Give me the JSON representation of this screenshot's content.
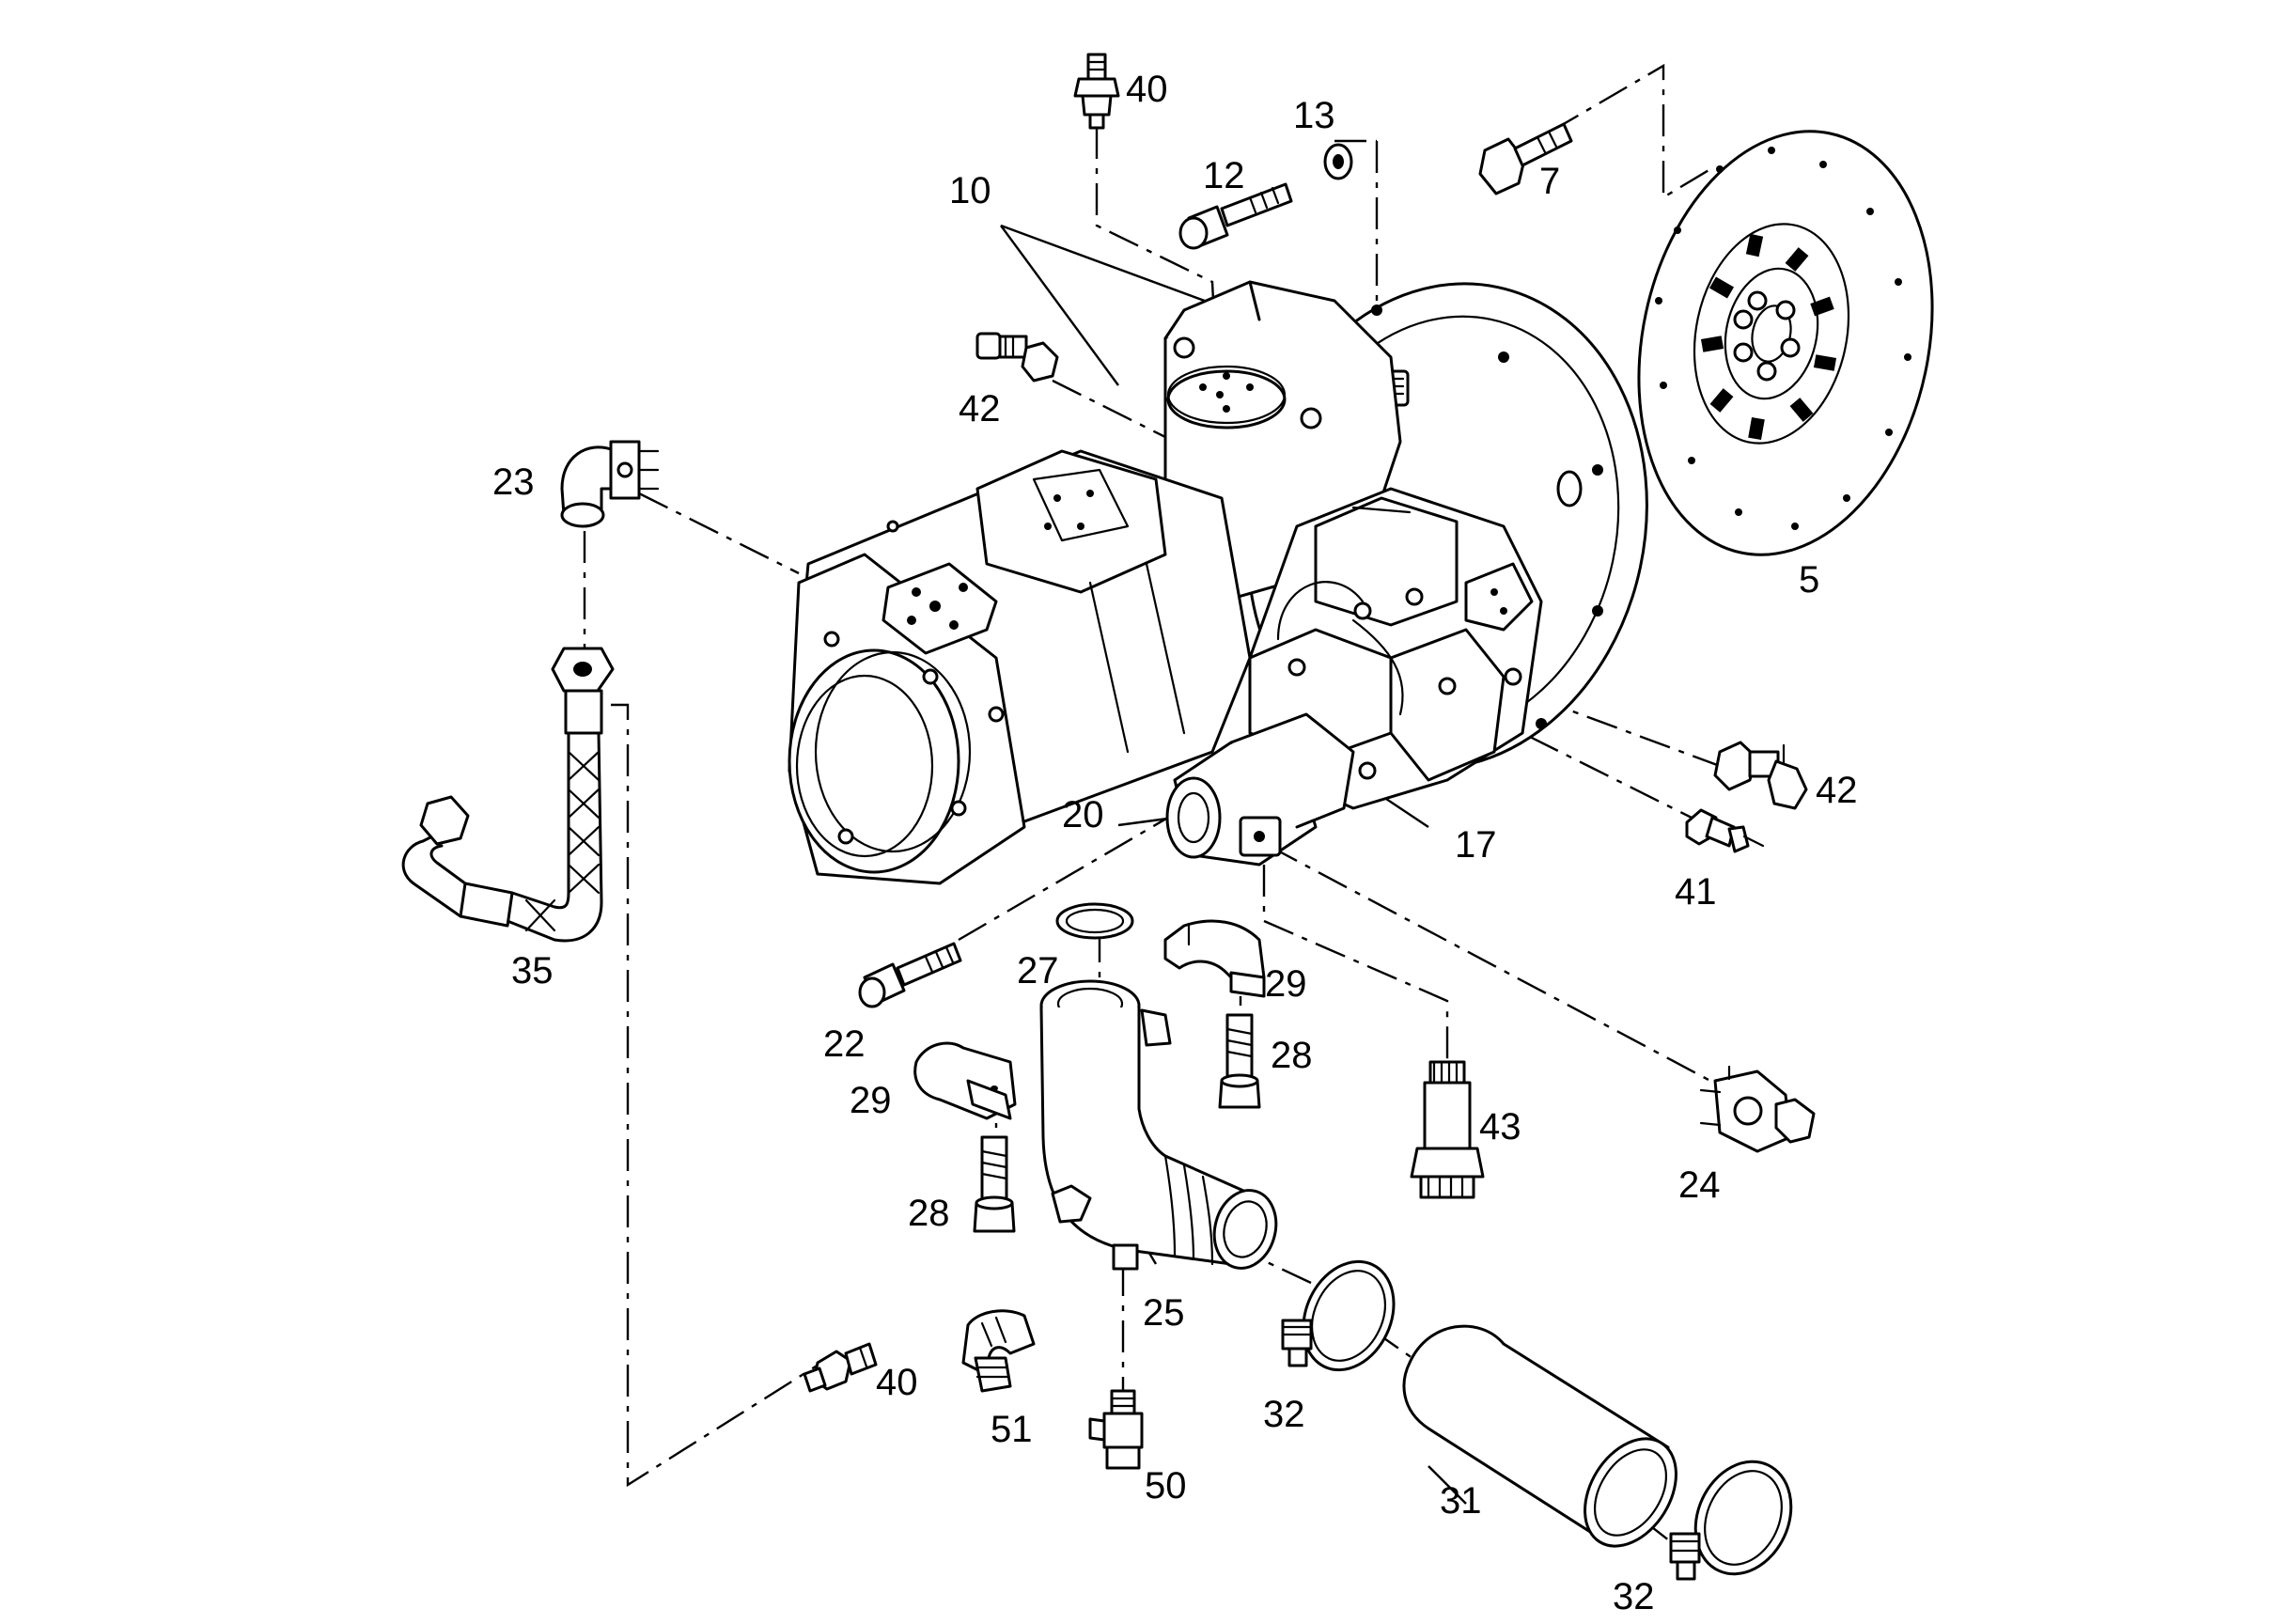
{
  "diagram": {
    "callouts": {
      "c40a": "40",
      "c13": "13",
      "c12": "12",
      "c10": "10",
      "c7": "7",
      "c42a": "42",
      "c23": "23",
      "c5": "5",
      "c20": "20",
      "c17": "17",
      "c42b": "42",
      "c41": "41",
      "c35": "35",
      "c27": "27",
      "c29a": "29",
      "c22": "22",
      "c28a": "28",
      "c29b": "29",
      "c43": "43",
      "c24": "24",
      "c28b": "28",
      "c25": "25",
      "c40b": "40",
      "c32a": "32",
      "c51": "51",
      "c50": "50",
      "c31": "31",
      "c32b": "32"
    }
  }
}
